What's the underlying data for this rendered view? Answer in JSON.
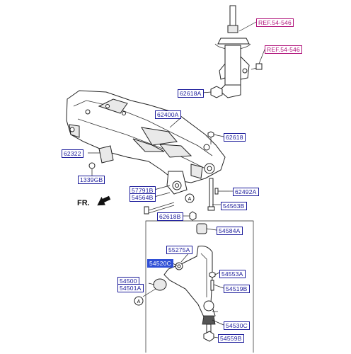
{
  "labels": {
    "ref_top": "REF.54-546",
    "ref_mid": "REF.54-546",
    "p62618A": "62618A",
    "p62400A": "62400A",
    "p62618": "62618",
    "p62322": "62322",
    "p1339GB": "1339GB",
    "p57791B": "57791B",
    "p54564B": "54564B",
    "p62492A": "62492A",
    "p54563B": "54563B",
    "p62618B": "62618B",
    "p54584A": "54584A",
    "p55275A": "55275A",
    "p54520C": "54520C",
    "p54553A": "54553A",
    "p54500": "54500",
    "p54501A": "54501A",
    "p54519B": "54519B",
    "p54530C": "54530C",
    "p54559B": "54559B"
  },
  "direction": "FR.",
  "callout_a": "A",
  "colors": {
    "label_text": "#1a1a9a",
    "ref_text": "#b0127a",
    "highlight_bg": "#2f4fd6"
  }
}
